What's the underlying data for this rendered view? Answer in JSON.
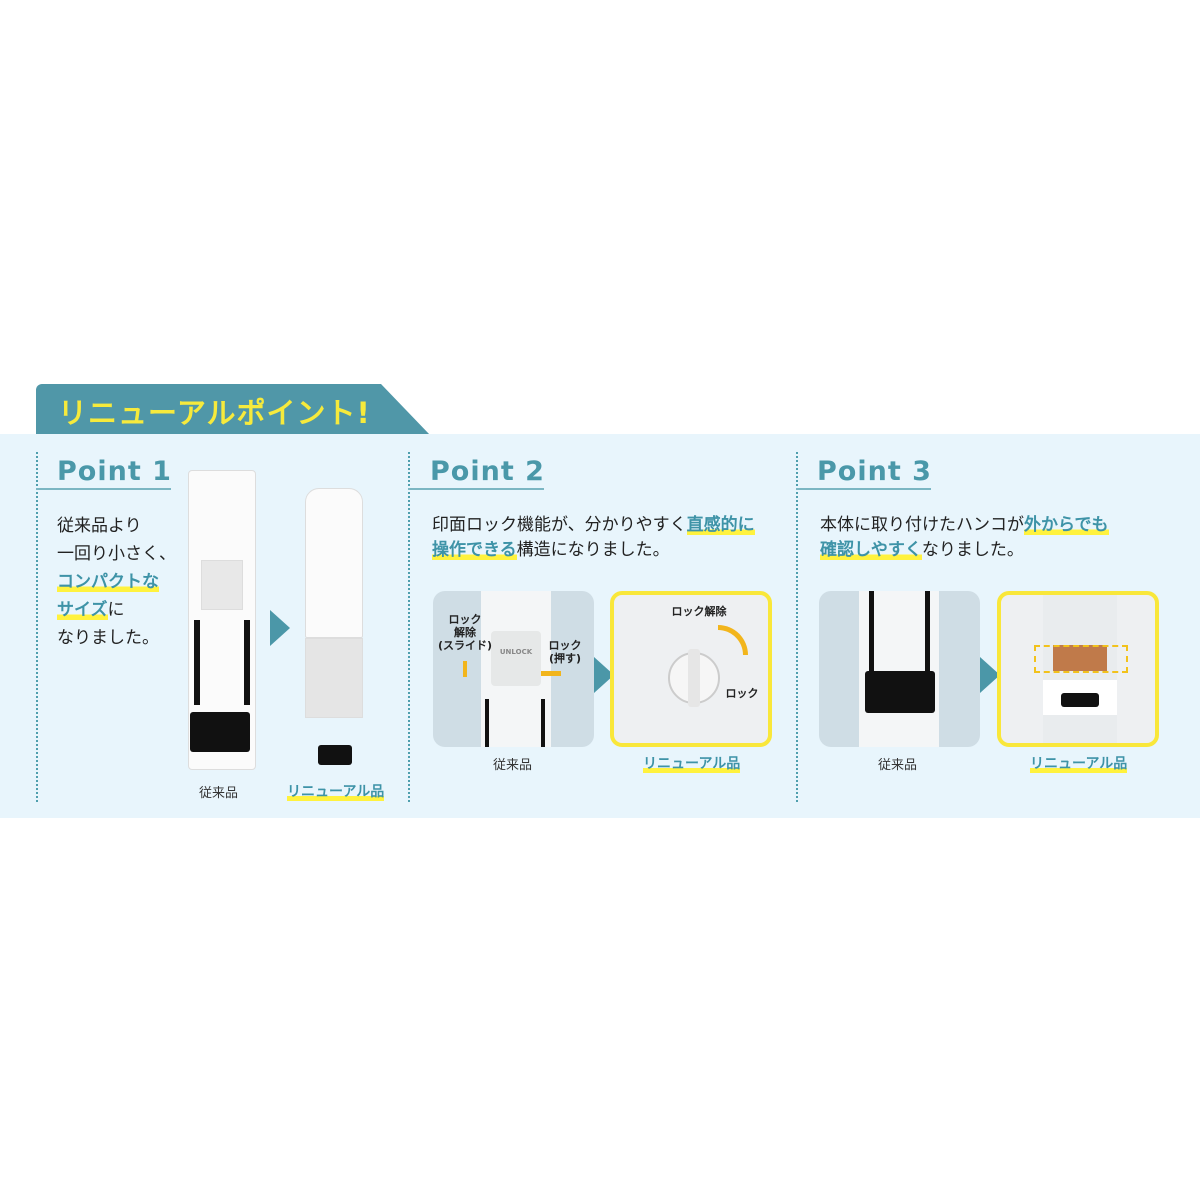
{
  "banner": {
    "title": "リニューアルポイント!"
  },
  "points": [
    {
      "title": "Point 1",
      "lines": [
        "従来品より",
        "一回り小さく、"
      ],
      "hl1": "コンパクトな",
      "hl2": "サイズ",
      "after2": "に",
      "last": "なりました。",
      "cap_old": "従来品",
      "cap_new": "リニューアル品"
    },
    {
      "title": "Point 2",
      "pre": "印面ロック機能が、分かりやすく",
      "hl1": "直感的に",
      "hl2": "操作できる",
      "post": "構造になりました。",
      "cap_old": "従来品",
      "cap_new": "リニューアル品",
      "labels": {
        "unlock_slide": "ロック\n解除\n(スライド)",
        "lock_push": "ロック\n(押す)",
        "unlock": "ロック解除",
        "lock": "ロック",
        "unlock_btn": "UNLOCK"
      }
    },
    {
      "title": "Point 3",
      "pre": "本体に取り付けたハンコが",
      "hl1": "外からでも",
      "hl2": "確認しやすく",
      "post": "なりました。",
      "cap_old": "従来品",
      "cap_new": "リニューアル品"
    }
  ],
  "colors": {
    "accent": "#5097a8",
    "highlight": "#fff23e",
    "panel": "#e8f5fc",
    "banner_text": "#f6ea3c"
  }
}
